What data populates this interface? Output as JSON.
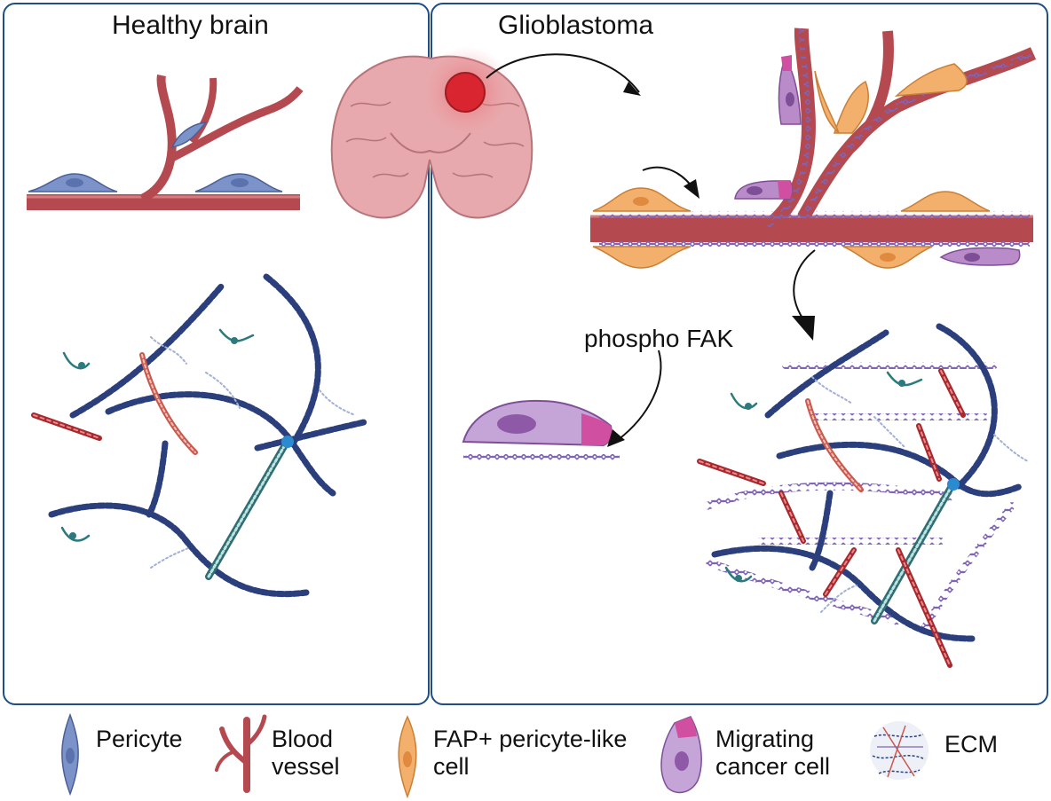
{
  "panels": {
    "healthy": {
      "title": "Healthy brain"
    },
    "glioblastoma": {
      "title": "Glioblastoma",
      "annotation": "phospho FAK"
    }
  },
  "legend": {
    "items": [
      {
        "icon": "pericyte-icon",
        "label_lines": [
          "Pericyte"
        ]
      },
      {
        "icon": "blood-vessel-icon",
        "label_lines": [
          "Blood",
          "vessel"
        ]
      },
      {
        "icon": "fap-pericyte-like-cell-icon",
        "label_lines": [
          "FAP+ pericyte-like",
          "cell"
        ]
      },
      {
        "icon": "migrating-cancer-cell-icon",
        "label_lines": [
          "Migrating",
          "cancer cell"
        ]
      },
      {
        "icon": "ecm-icon",
        "label_lines": [
          "ECM"
        ]
      }
    ]
  },
  "colors": {
    "panel_border": "#1f4e86",
    "vessel": "#b44a4f",
    "pericyte": "#7b93c8",
    "fap_cell": "#f3b06c",
    "cancer_cell": "#b98cc9",
    "cancer_cell_front": "#d14fa0",
    "ecm_chain": "#2b3f7c",
    "brain": "#e7a9ad",
    "tumor": "#d9252f"
  }
}
